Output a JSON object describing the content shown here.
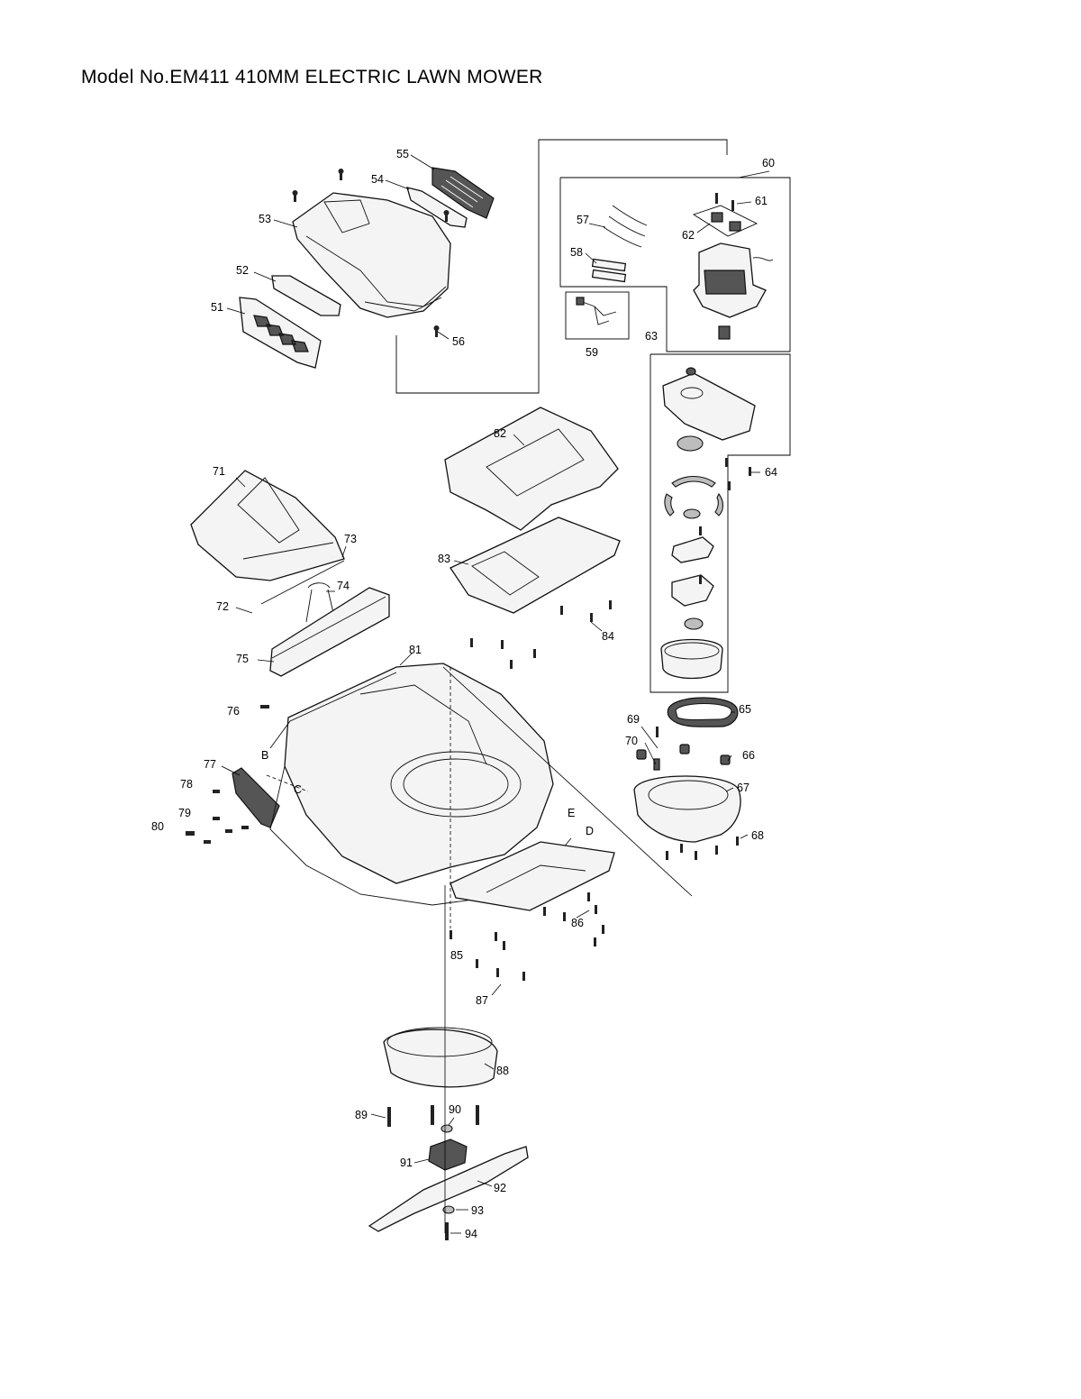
{
  "title": "Model No.EM411 410MM ELECTRIC LAWN MOWER",
  "callouts": [
    {
      "id": "c51",
      "label": "51"
    },
    {
      "id": "c52",
      "label": "52"
    },
    {
      "id": "c53",
      "label": "53"
    },
    {
      "id": "c54",
      "label": "54"
    },
    {
      "id": "c55",
      "label": "55"
    },
    {
      "id": "c56",
      "label": "56"
    },
    {
      "id": "c57",
      "label": "57"
    },
    {
      "id": "c58",
      "label": "58"
    },
    {
      "id": "c59",
      "label": "59"
    },
    {
      "id": "c60",
      "label": "60"
    },
    {
      "id": "c61",
      "label": "61"
    },
    {
      "id": "c62",
      "label": "62"
    },
    {
      "id": "c63",
      "label": "63"
    },
    {
      "id": "c64",
      "label": "64"
    },
    {
      "id": "c65",
      "label": "65"
    },
    {
      "id": "c66",
      "label": "66"
    },
    {
      "id": "c67",
      "label": "67"
    },
    {
      "id": "c68",
      "label": "68"
    },
    {
      "id": "c69",
      "label": "69"
    },
    {
      "id": "c70",
      "label": "70"
    },
    {
      "id": "c71",
      "label": "71"
    },
    {
      "id": "c72",
      "label": "72"
    },
    {
      "id": "c73",
      "label": "73"
    },
    {
      "id": "c74",
      "label": "74"
    },
    {
      "id": "c75",
      "label": "75"
    },
    {
      "id": "c76",
      "label": "76"
    },
    {
      "id": "c77",
      "label": "77"
    },
    {
      "id": "c78",
      "label": "78"
    },
    {
      "id": "c79",
      "label": "79"
    },
    {
      "id": "c80",
      "label": "80"
    },
    {
      "id": "c81",
      "label": "81"
    },
    {
      "id": "c82",
      "label": "82"
    },
    {
      "id": "c83",
      "label": "83"
    },
    {
      "id": "c84",
      "label": "84"
    },
    {
      "id": "c85",
      "label": "85"
    },
    {
      "id": "c86",
      "label": "86"
    },
    {
      "id": "c87",
      "label": "87"
    },
    {
      "id": "c88",
      "label": "88"
    },
    {
      "id": "c89",
      "label": "89"
    },
    {
      "id": "c90",
      "label": "90"
    },
    {
      "id": "c91",
      "label": "91"
    },
    {
      "id": "c92",
      "label": "92"
    },
    {
      "id": "c93",
      "label": "93"
    },
    {
      "id": "c94",
      "label": "94"
    }
  ],
  "refs": {
    "B": "B",
    "C": "C",
    "D": "D",
    "E": "E"
  }
}
